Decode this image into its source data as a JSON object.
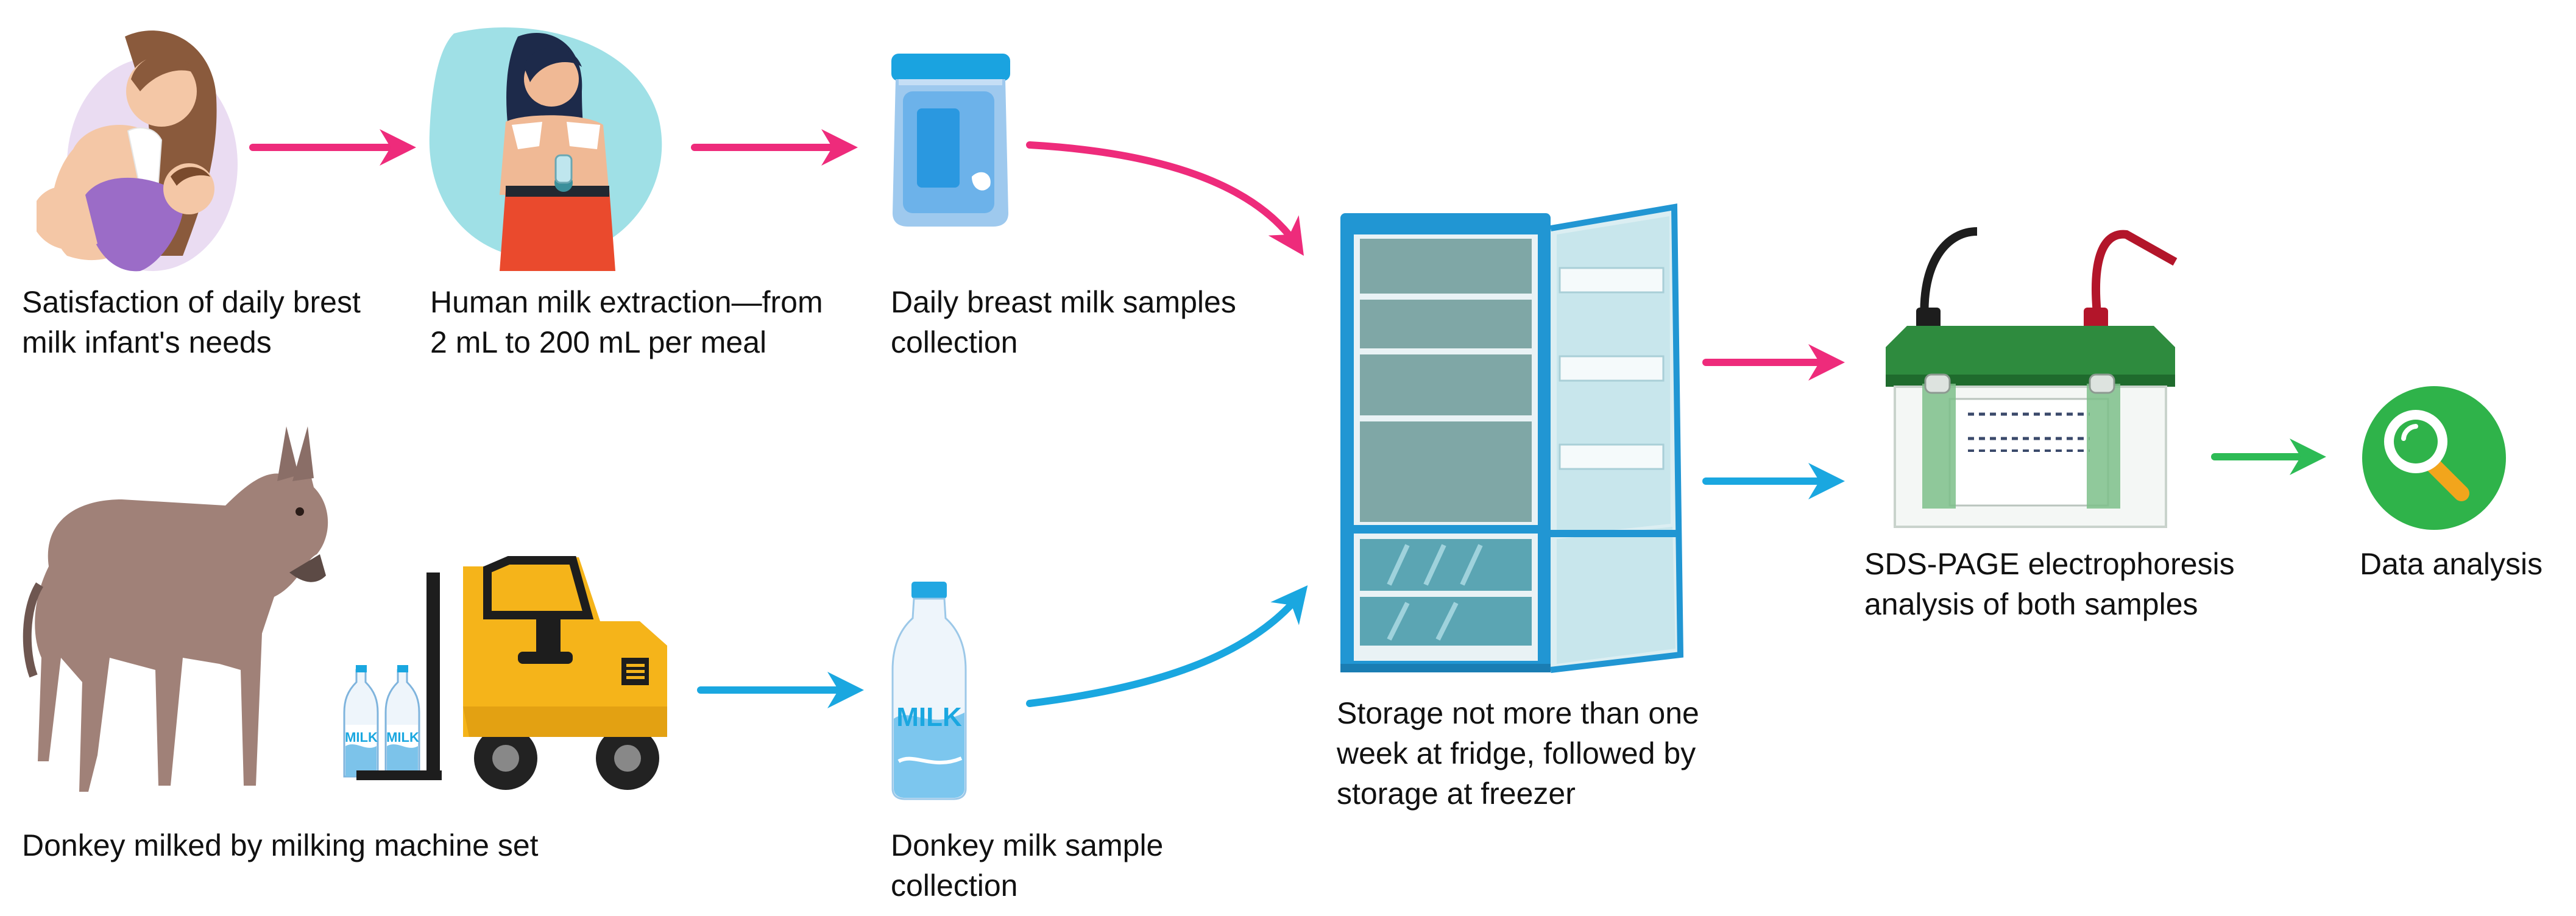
{
  "colors": {
    "pink_arrow": "#ee2b7b",
    "blue_arrow": "#1aa7e0",
    "green_arrow": "#2dbb55",
    "fridge_frame": "#2196d3",
    "electrophoresis_lid": "#2e8b3e",
    "analysis_circle": "#2fb34a",
    "magnifier_handle": "#f2a51c"
  },
  "steps": {
    "breastfeeding": {
      "icon": "breastfeeding-mother-icon",
      "lines": [
        "Satisfaction of daily brest",
        "milk infant's needs"
      ]
    },
    "extraction": {
      "icon": "woman-pumping-milk-icon",
      "lines": [
        "Human milk extraction—from",
        "2 mL to 200 mL per meal"
      ]
    },
    "breast_collection": {
      "icon": "milk-container-icon",
      "lines": [
        "Daily breast milk samples",
        "collection"
      ]
    },
    "donkey": {
      "icon": "donkey-and-forklift-icon",
      "lines": [
        "Donkey milked by milking machine set"
      ]
    },
    "bottle_milk_label": "MILK",
    "donkey_collection": {
      "icon": "milk-bottle-icon",
      "lines": [
        "Donkey milk sample",
        "collection"
      ]
    },
    "storage": {
      "icon": "refrigerator-icon",
      "lines": [
        "Storage not more than one",
        "week at fridge, followed by",
        "storage at freezer"
      ]
    },
    "sds_page": {
      "icon": "electrophoresis-tank-icon",
      "lines": [
        "SDS-PAGE electrophoresis",
        "analysis of both samples"
      ]
    },
    "analysis": {
      "icon": "magnifier-icon",
      "lines": [
        "Data analysis"
      ]
    }
  }
}
